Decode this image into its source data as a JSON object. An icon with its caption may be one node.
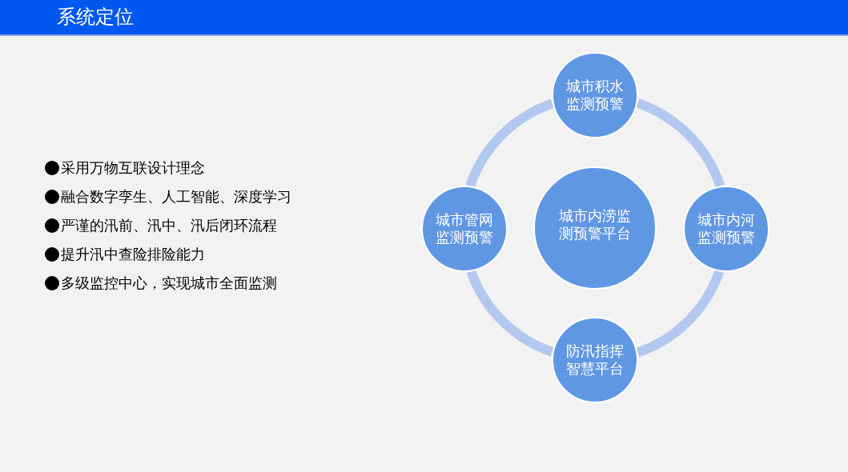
{
  "diagram": {
    "title": "系统定位",
    "nodes": [
      {
        "text": [
          "城市积水监测预警"
        ]
      },
      {
        "text": [
          "城市管网监测预警"
        ]
      },
      {
        "text": [
          "城市内涝监测预警平台"
        ]
      },
      {
        "text": [
          "城市内河监测预警"
        ]
      },
      {
        "text": [
          "防汛指挥智慧平台"
        ]
      }
    ],
    "edges": [
      {
        "from": 0,
        "to": 3,
        "arrow": "none"
      },
      {
        "from": 3,
        "to": 4,
        "arrow": "none"
      },
      {
        "from": 4,
        "to": 1,
        "arrow": "none"
      },
      {
        "from": 1,
        "to": 0,
        "arrow": "none"
      }
    ],
    "labels": [
      "采用万物互联设计理念",
      "融合数字孪生、人工智能、深度学习",
      "严谨的汛前、汛中、汛后闭环流程",
      "提升汛中查险排险能力",
      "多级监控中心，实现城市全面监测"
    ]
  }
}
